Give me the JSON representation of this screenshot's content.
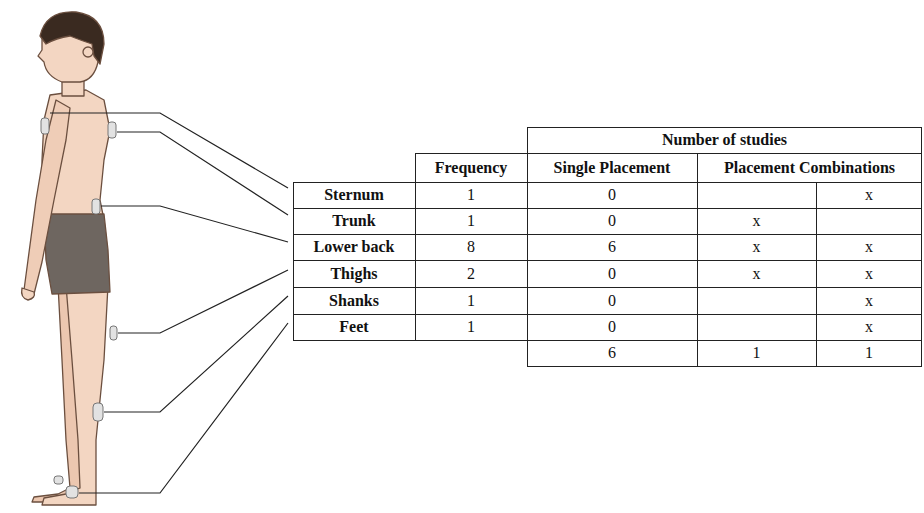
{
  "diagram": {
    "labels": [
      "Number of studies",
      "Frequency",
      "Single Placement",
      "Placement Combinations",
      "Sternum",
      "1",
      "0",
      "x",
      "Trunk",
      "1",
      "0",
      "x",
      "Lower back",
      "8",
      "6",
      "x",
      "x",
      "Thighs",
      "2",
      "0",
      "x",
      "x",
      "Shanks",
      "1",
      "0",
      "x",
      "Feet",
      "1",
      "0",
      "x",
      "6",
      "1",
      "1"
    ]
  }
}
